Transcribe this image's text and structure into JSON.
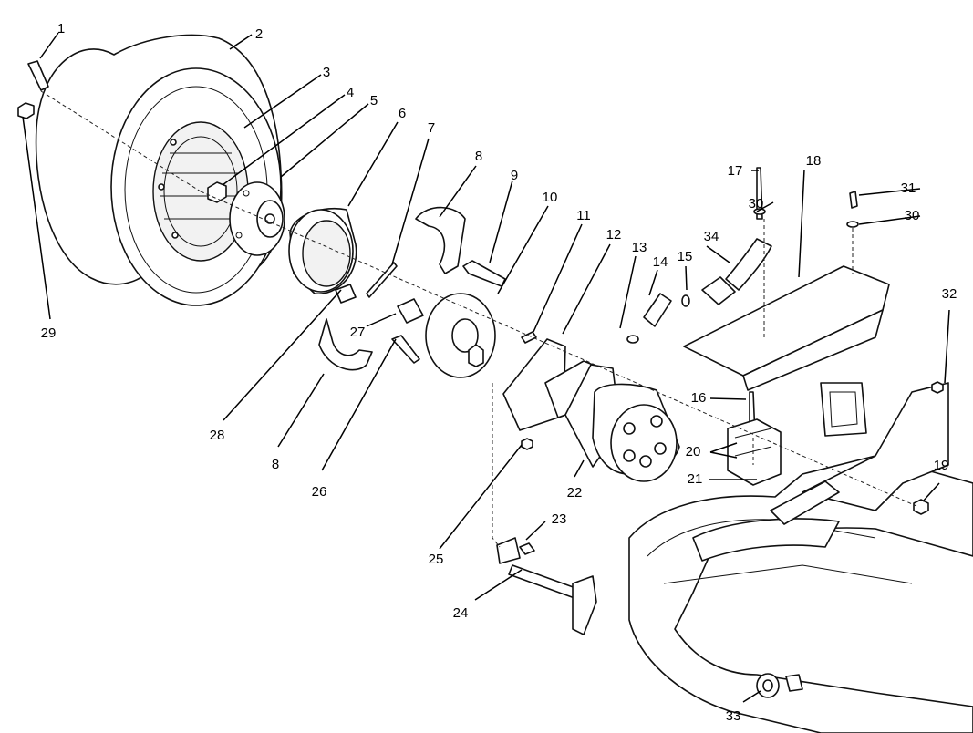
{
  "callouts": {
    "c1": "1",
    "c2": "2",
    "c3": "3",
    "c4": "4",
    "c5": "5",
    "c6": "6",
    "c7": "7",
    "c8a": "8",
    "c8b": "8",
    "c9": "9",
    "c10": "10",
    "c11": "11",
    "c12": "12",
    "c13": "13",
    "c14": "14",
    "c15": "15",
    "c16": "16",
    "c17": "17",
    "c18": "18",
    "c19": "19",
    "c20": "20",
    "c21": "21",
    "c22": "22",
    "c23": "23",
    "c24": "24",
    "c25": "25",
    "c26": "26",
    "c27": "27",
    "c28": "28",
    "c29": "29",
    "c30a": "30",
    "c30b": "30",
    "c31": "31",
    "c32": "32",
    "c33": "33",
    "c34": "34"
  }
}
